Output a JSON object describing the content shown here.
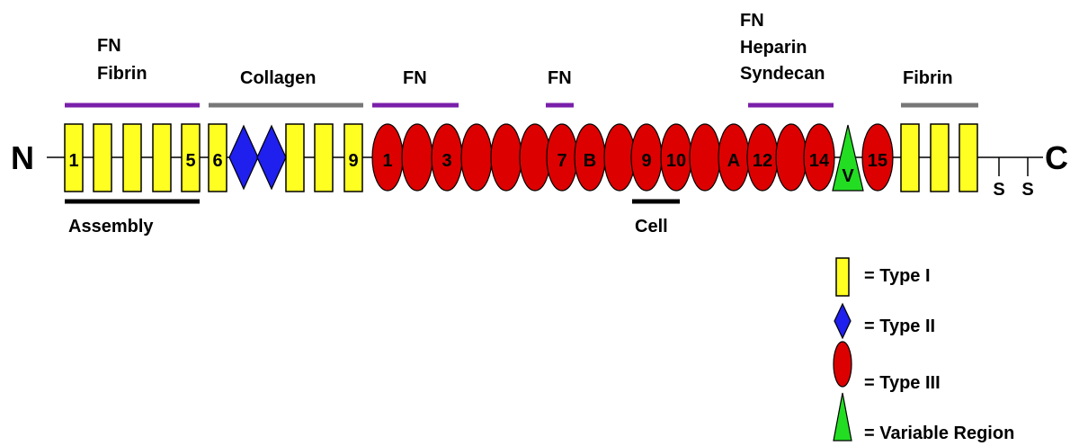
{
  "termini": {
    "n": "N",
    "c": "C"
  },
  "colors": {
    "type_i": "#ffff22",
    "type_ii": "#1f1fee",
    "type_iii": "#dd0000",
    "variable": "#22dd22",
    "bar_purple": "#7a1faa",
    "bar_gray": "#777777",
    "bar_black": "#000000"
  },
  "binding_regions": [
    {
      "id": "fn-fibrin",
      "lines": [
        "FN",
        "Fibrin"
      ],
      "color": "purple"
    },
    {
      "id": "collagen",
      "lines": [
        "Collagen"
      ],
      "color": "gray"
    },
    {
      "id": "fn-1",
      "lines": [
        "FN"
      ],
      "color": "purple"
    },
    {
      "id": "fn-2",
      "lines": [
        "FN"
      ],
      "color": "purple"
    },
    {
      "id": "fn-heparin-syndecan",
      "lines": [
        "FN",
        "Heparin",
        "Syndecan"
      ],
      "color": "purple"
    },
    {
      "id": "fibrin-c",
      "lines": [
        "Fibrin"
      ],
      "color": "gray"
    }
  ],
  "bottom_regions": [
    {
      "id": "assembly",
      "label": "Assembly"
    },
    {
      "id": "cell",
      "label": "Cell"
    }
  ],
  "type_i_labels": [
    "1",
    "",
    "",
    "",
    "5",
    "6",
    "",
    "",
    "9",
    "",
    "",
    ""
  ],
  "type_iii_labels": [
    "1",
    "",
    "3",
    "",
    "",
    "",
    "7",
    "B",
    "",
    "9",
    "10",
    "",
    "A",
    "12",
    "",
    "14",
    "15"
  ],
  "variable_label": "V",
  "disulfide_labels": [
    "S",
    "S"
  ],
  "legend": [
    {
      "id": "type-i",
      "label": "= Type I"
    },
    {
      "id": "type-ii",
      "label": "= Type II"
    },
    {
      "id": "type-iii",
      "label": "= Type III"
    },
    {
      "id": "variable",
      "label": "= Variable Region"
    }
  ]
}
